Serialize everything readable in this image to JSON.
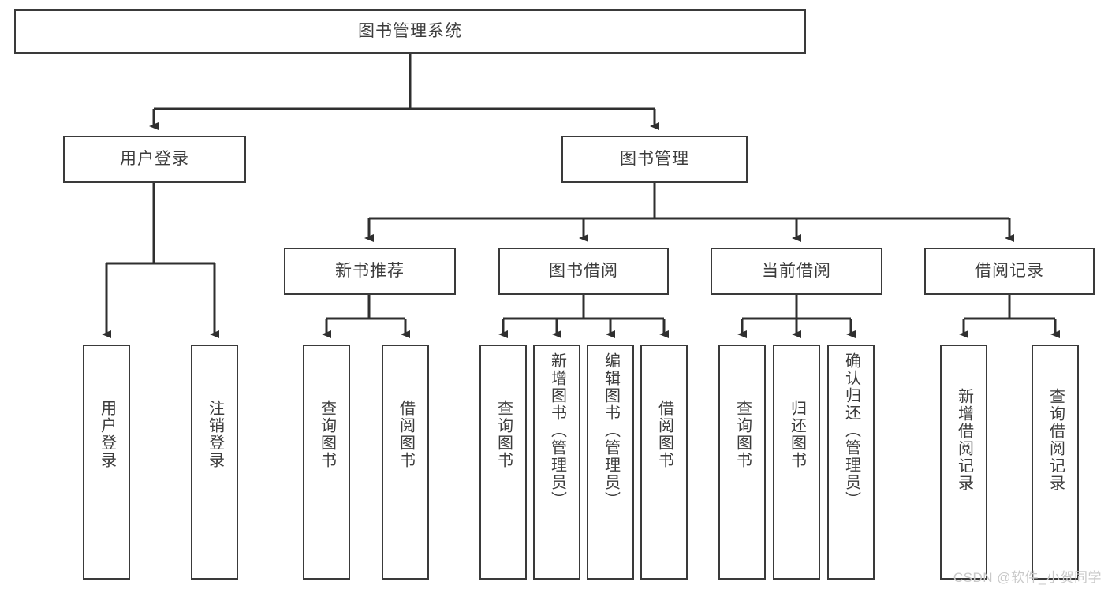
{
  "diagram": {
    "title": "图书管理系统",
    "type": "hierarchy-tree",
    "watermark": "CSDN @软件_小贺同学",
    "colors": {
      "box_border": "#3a3a3a",
      "box_fill": "#ffffff",
      "edge": "#2f2f2f",
      "text": "#3c3c3c",
      "watermark": "#c9c9c9"
    },
    "root": {
      "label": "图书管理系统"
    },
    "level2": [
      {
        "label": "用户登录"
      },
      {
        "label": "图书管理"
      }
    ],
    "level3": [
      {
        "label": "新书推荐"
      },
      {
        "label": "图书借阅"
      },
      {
        "label": "当前借阅"
      },
      {
        "label": "借阅记录"
      }
    ],
    "leaves": {
      "user_login": [
        {
          "label": "用户登录"
        },
        {
          "label": "注销登录"
        }
      ],
      "new_book": [
        {
          "label": "查询图书"
        },
        {
          "label": "借阅图书"
        }
      ],
      "book_borrow": [
        {
          "label": "查询图书"
        },
        {
          "label": "新增图书（管理员）"
        },
        {
          "label": "编辑图书（管理员）"
        },
        {
          "label": "借阅图书"
        }
      ],
      "current_borrow": [
        {
          "label": "查询图书"
        },
        {
          "label": "归还图书"
        },
        {
          "label": "确认归还（管理员）"
        }
      ],
      "borrow_record": [
        {
          "label": "新增借阅记录"
        },
        {
          "label": "查询借阅记录"
        }
      ]
    }
  }
}
